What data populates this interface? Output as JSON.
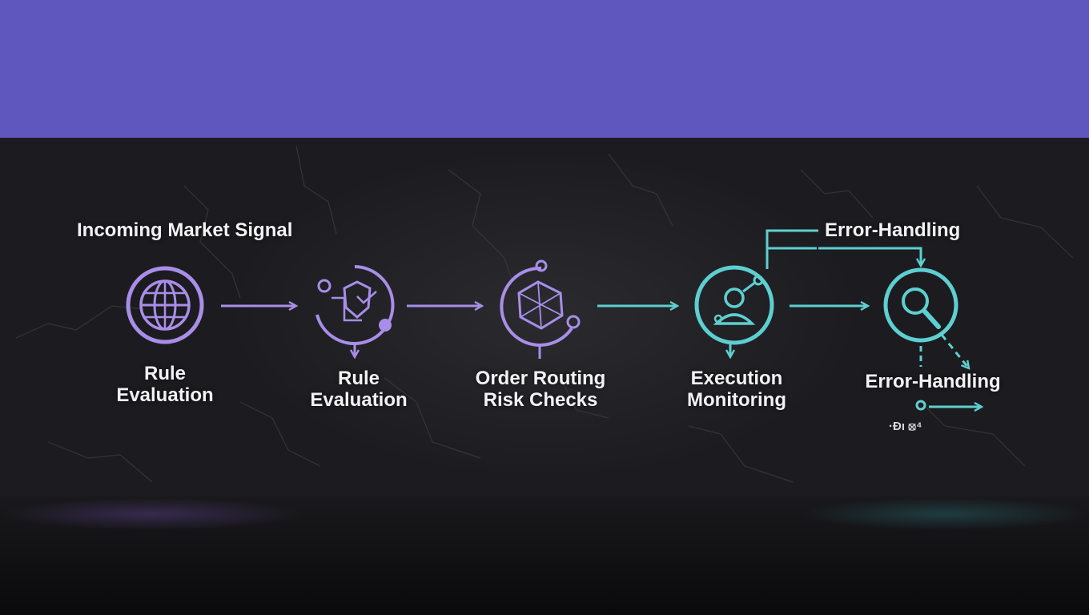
{
  "header": {
    "left_label": "Incoming Market Signal",
    "right_label": "Error-Handling"
  },
  "stages": [
    {
      "icon": "globe-icon",
      "line1": "Rule",
      "line2": "Evaluation",
      "color": "#a88ee8"
    },
    {
      "icon": "circuit-shield-icon",
      "line1": "Rule",
      "line2": "Evaluation",
      "color": "#a88ee8"
    },
    {
      "icon": "polygon-network-icon",
      "line1": "Order Routing",
      "line2": "Risk Checks",
      "color": "#a88ee8"
    },
    {
      "icon": "person-node-icon",
      "line1": "Execution",
      "line2": "Monitoring",
      "color": "#5ecfd0"
    },
    {
      "icon": "magnifier-icon",
      "line1": "Error-Handling",
      "line2": "",
      "color": "#5ecfd0"
    }
  ],
  "footer_glyphs": "·Đı ⦻⁴",
  "colors": {
    "band": "#5f57bd",
    "purple_accent": "#a88ee8",
    "teal_accent": "#5ecfd0"
  }
}
